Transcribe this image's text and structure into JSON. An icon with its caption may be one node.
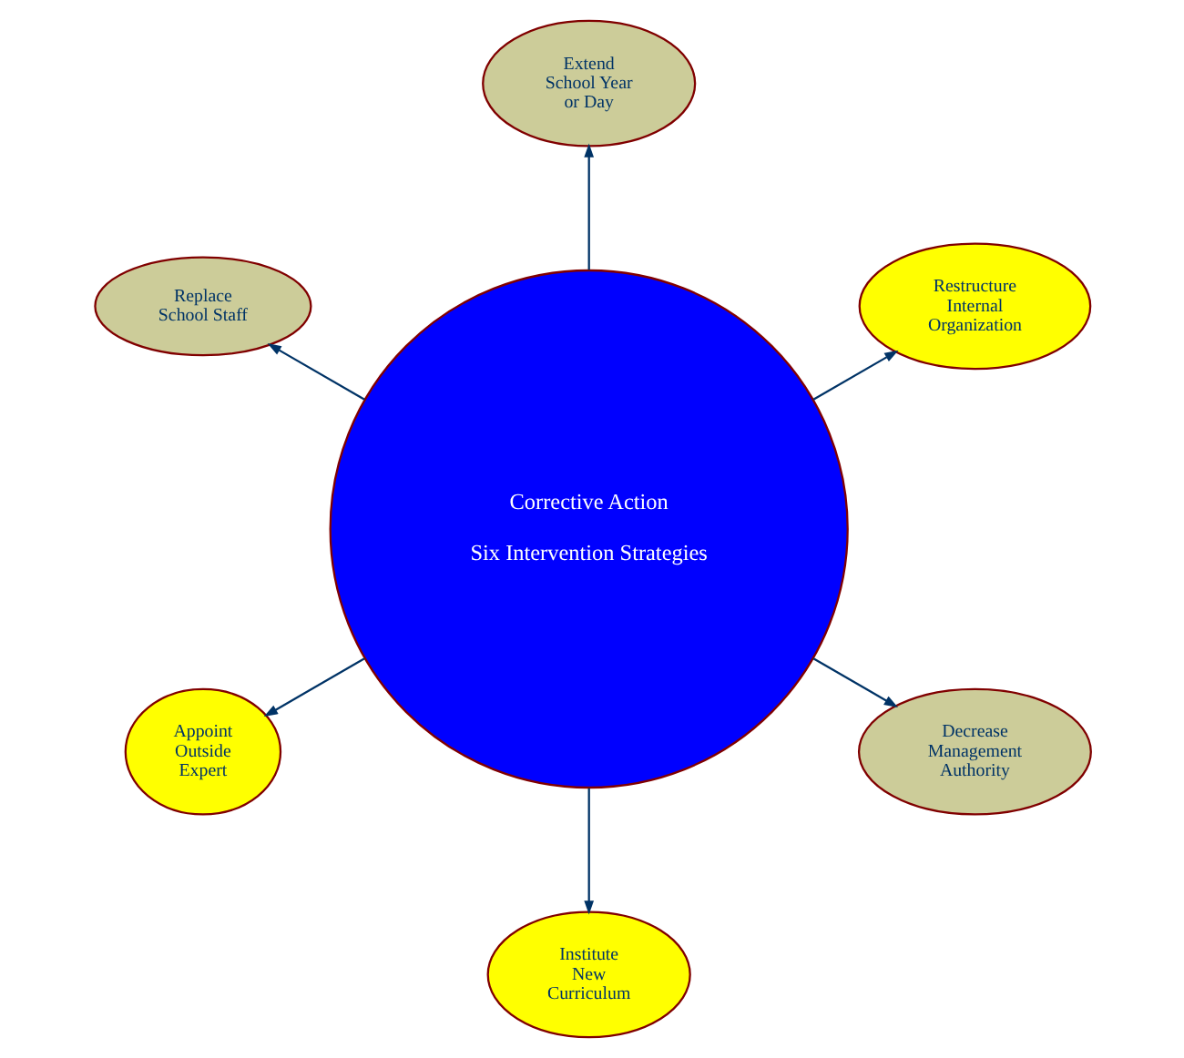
{
  "diagram": {
    "nodes": [
      {
        "text": [
          "Corrective Action",
          "Six Intervention Strategies"
        ]
      },
      {
        "text": [
          "Restructure Internal Organization"
        ]
      },
      {
        "text": [
          "Extend School Year or Day"
        ]
      },
      {
        "text": [
          "Replace School Staff"
        ]
      },
      {
        "text": [
          "Appoint Outside Expert"
        ]
      },
      {
        "text": [
          "Institute New Curriculum"
        ]
      },
      {
        "text": [
          "Decrease Management Authority"
        ]
      }
    ],
    "edges": [
      {
        "from": 0,
        "to": 1,
        "arrow": "to"
      },
      {
        "from": 0,
        "to": 2,
        "arrow": "to"
      },
      {
        "from": 0,
        "to": 3,
        "arrow": "to"
      },
      {
        "from": 0,
        "to": 4,
        "arrow": "to"
      },
      {
        "from": 0,
        "to": 5,
        "arrow": "to"
      },
      {
        "from": 0,
        "to": 6,
        "arrow": "to"
      }
    ]
  }
}
